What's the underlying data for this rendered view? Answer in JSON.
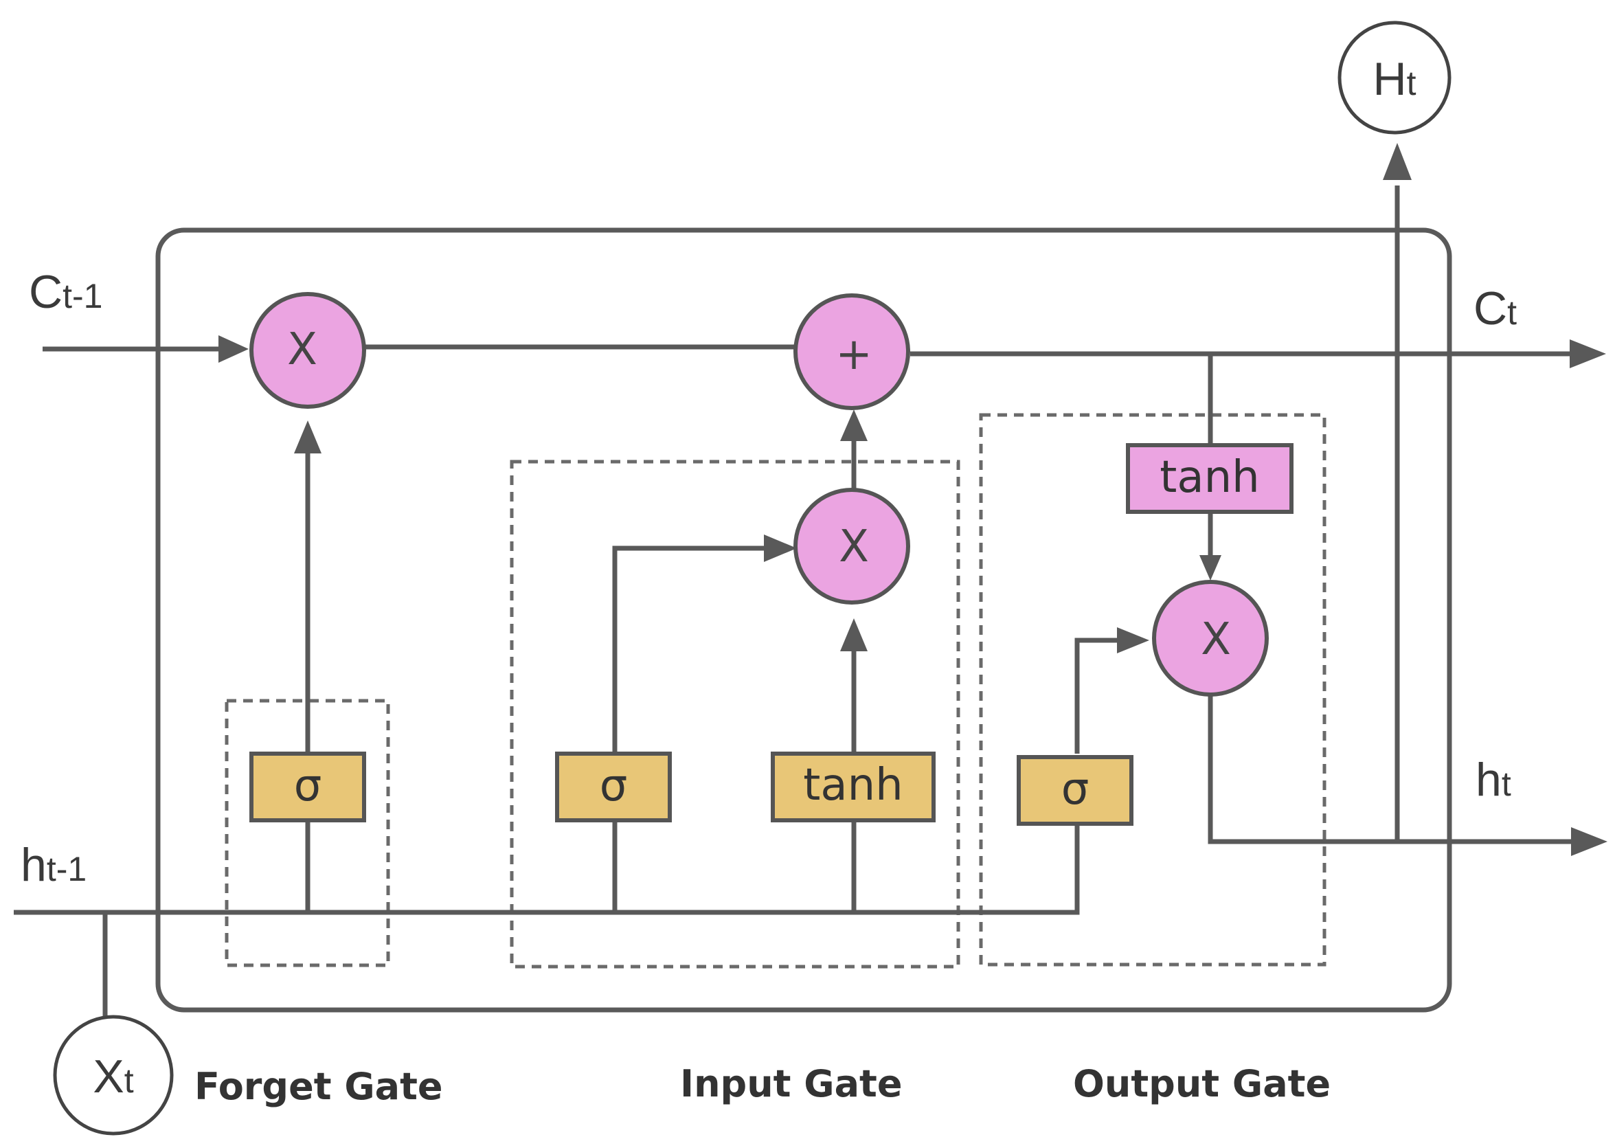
{
  "colors": {
    "multiply_fill": "#eba4e1",
    "sigma_fill": "#e8c677",
    "tanh_output_fill": "#eba4e1",
    "line": "#595959"
  },
  "inputs": {
    "cell_prev": {
      "main": "C",
      "sub": "t-1"
    },
    "hidden_prev": {
      "main": "h",
      "sub": "t-1"
    },
    "x": {
      "main": "X",
      "sub": "t"
    }
  },
  "outputs": {
    "cell": {
      "main": "C",
      "sub": "t"
    },
    "hidden": {
      "main": "h",
      "sub": "t"
    },
    "H": {
      "main": "H",
      "sub": "t"
    }
  },
  "operations": {
    "forget_multiply": "X",
    "cell_add": "+",
    "input_multiply": "X",
    "output_multiply": "X"
  },
  "activations": {
    "forget_sigma": "σ",
    "input_sigma": "σ",
    "input_tanh": "tanh",
    "output_sigma": "σ",
    "output_tanh": "tanh"
  },
  "gates": {
    "forget": "Forget Gate",
    "input": "Input Gate",
    "output": "Output Gate"
  }
}
